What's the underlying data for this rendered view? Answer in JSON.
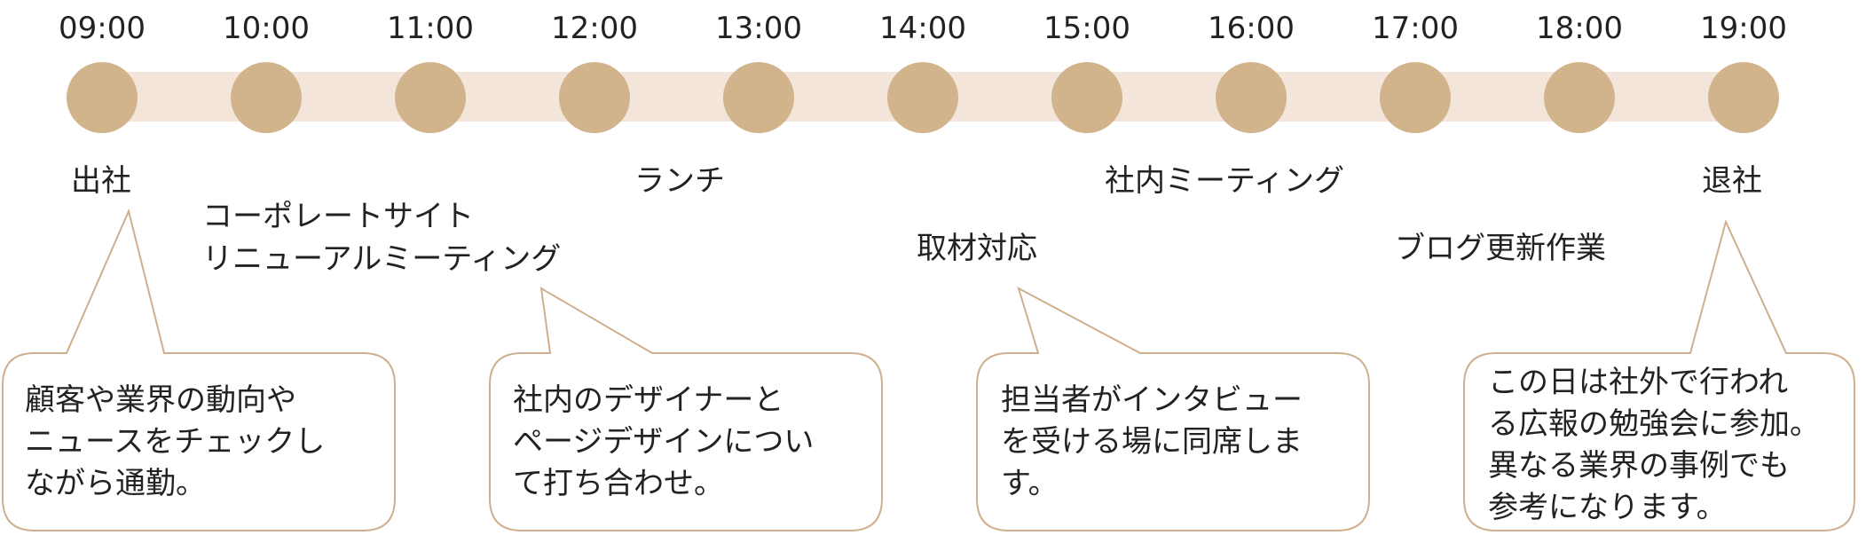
{
  "colors": {
    "track": "#f3e5d9",
    "dot": "#d1b38c",
    "callout_border": "#cfaf8d",
    "text": "#222222"
  },
  "timeline": {
    "hours": [
      "09:00",
      "10:00",
      "11:00",
      "12:00",
      "13:00",
      "14:00",
      "15:00",
      "16:00",
      "17:00",
      "18:00",
      "19:00"
    ]
  },
  "events": [
    "出社",
    "コーポレートサイト\nリニューアルミーティング",
    "ランチ",
    "取材対応",
    "社内ミーティング",
    "ブログ更新作業",
    "退社"
  ],
  "callouts": [
    "顧客や業界の動向や\nニュースをチェックし\nながら通勤。",
    "社内のデザイナーと\nページデザインについ\nて打ち合わせ。",
    "担当者がインタビュー\nを受ける場に同席しま\nす。",
    "この日は社外で行われ\nる広報の勉強会に参加。\n異なる業界の事例でも\n参考になります。"
  ]
}
